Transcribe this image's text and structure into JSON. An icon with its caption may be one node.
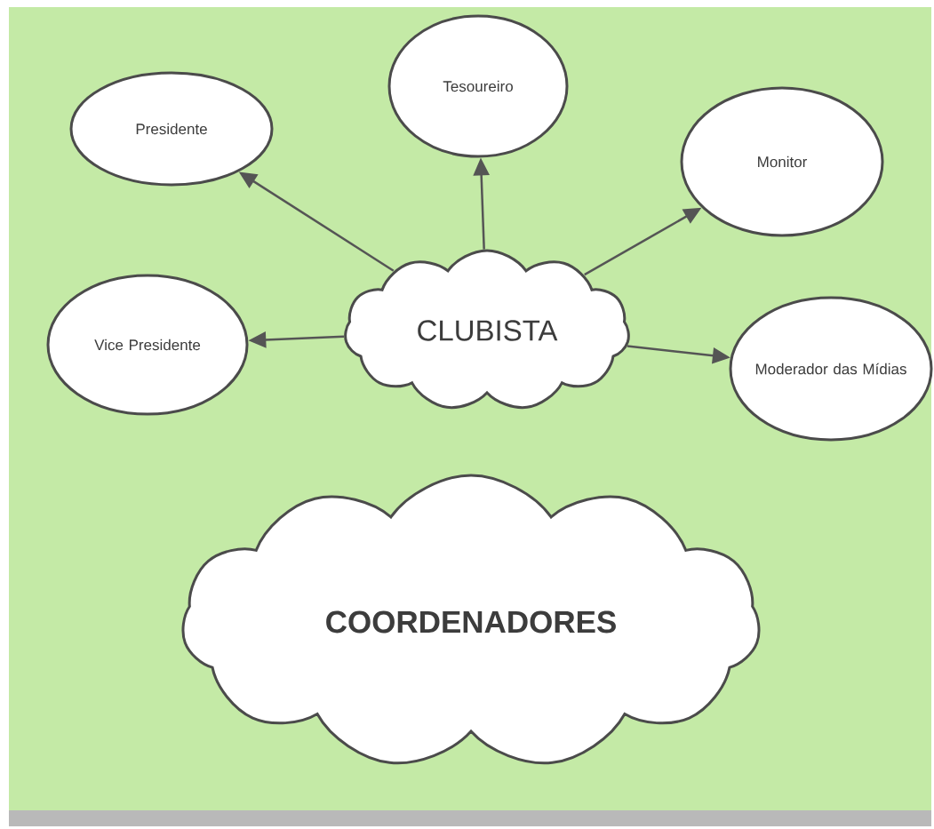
{
  "diagram": {
    "nodes": [
      {
        "text": [
          "Presidente"
        ]
      },
      {
        "text": [
          "Tesoureiro"
        ]
      },
      {
        "text": [
          "Monitor"
        ]
      },
      {
        "text": [
          "Vice Presidente"
        ]
      },
      {
        "text": [
          "CLUBISTA"
        ]
      },
      {
        "text": [
          "Moderador das Mídias"
        ]
      },
      {
        "text": [
          "COORDENADORES"
        ]
      }
    ],
    "edges": [
      {
        "from": 4,
        "to": 0,
        "arrow": "to"
      },
      {
        "from": 4,
        "to": 1,
        "arrow": "to"
      },
      {
        "from": 4,
        "to": 2,
        "arrow": "to"
      },
      {
        "from": 4,
        "to": 3,
        "arrow": "to"
      },
      {
        "from": 4,
        "to": 5,
        "arrow": "to"
      }
    ]
  }
}
